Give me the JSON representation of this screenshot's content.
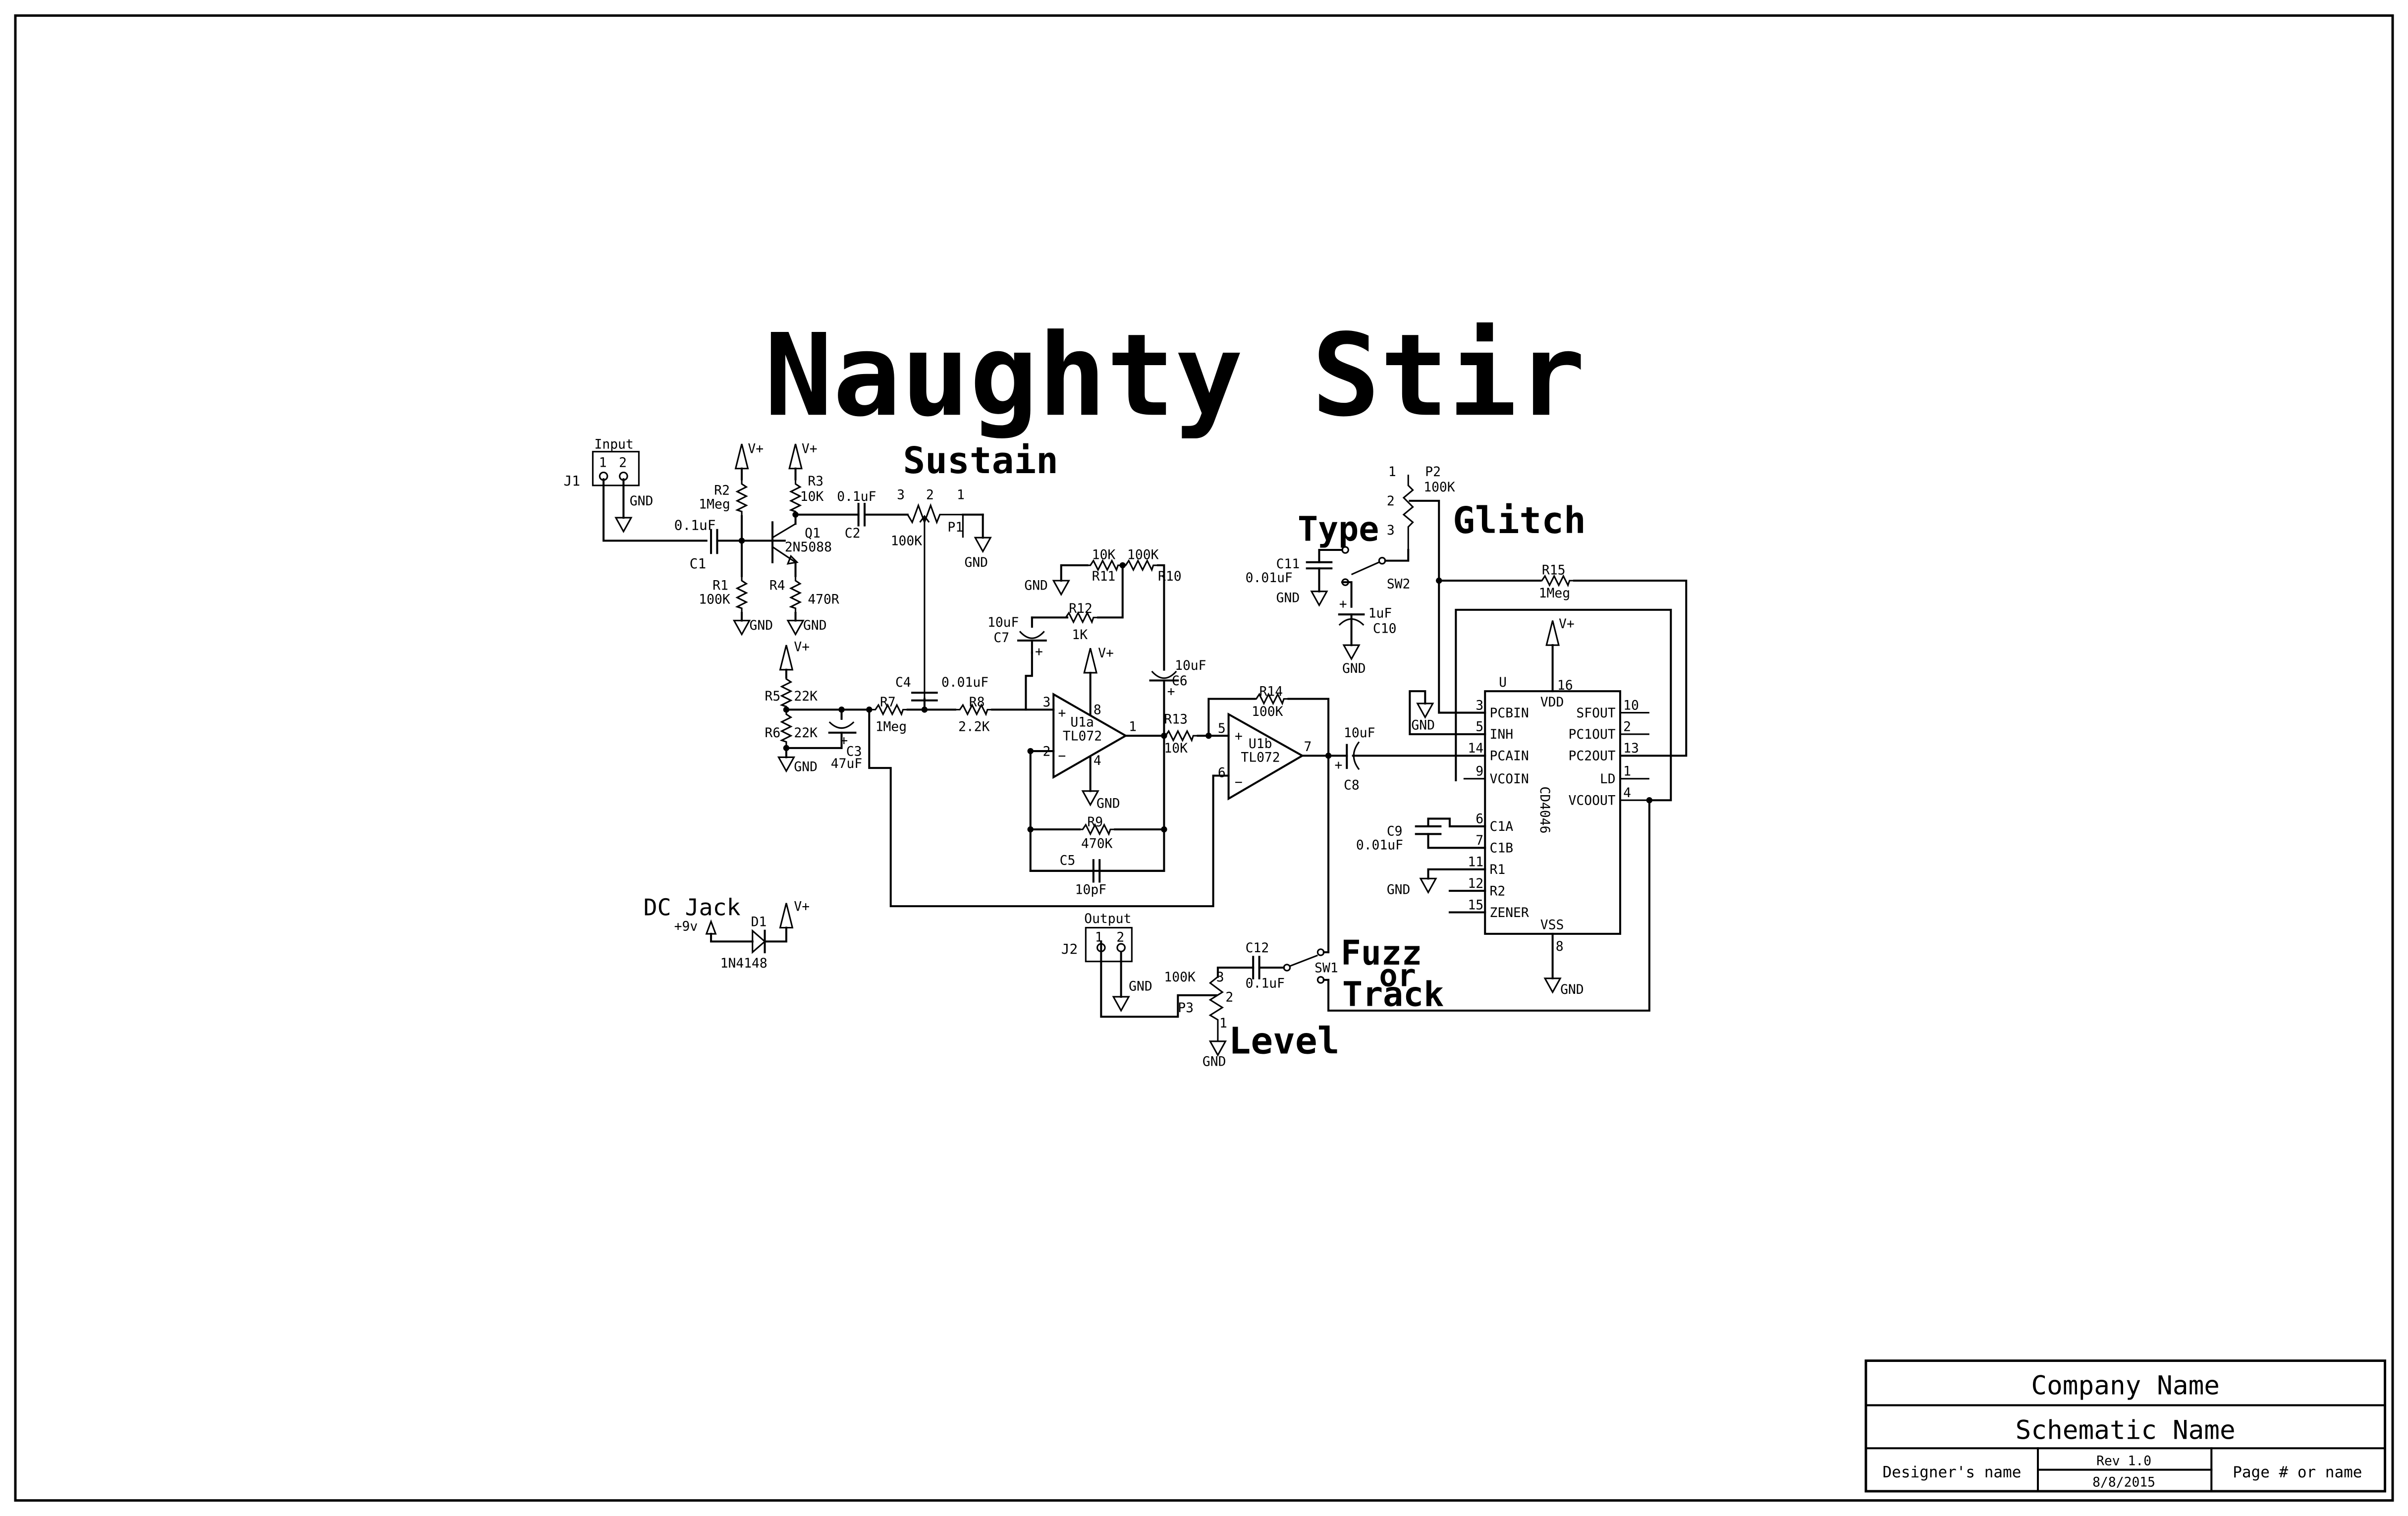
{
  "title": "Naughty Stir",
  "sections": {
    "sustain": "Sustain",
    "glitch": "Glitch",
    "type": "Type",
    "fuzz": "Fuzz",
    "or": "or",
    "track": "Track",
    "level": "Level",
    "dc_jack": "DC Jack"
  },
  "common": {
    "vplus": "V+",
    "gnd": "GND",
    "plus": "+",
    "minus": "−",
    "vsupply": "+9v"
  },
  "connectors": {
    "j1": {
      "ref": "J1",
      "name": "Input",
      "pin1": "1",
      "pin2": "2"
    },
    "j2": {
      "ref": "J2",
      "name": "Output",
      "pin1": "1",
      "pin2": "2"
    }
  },
  "resistors": {
    "r1": {
      "ref": "R1",
      "value": "100K"
    },
    "r2": {
      "ref": "R2",
      "value": "1Meg"
    },
    "r3": {
      "ref": "R3",
      "value": "10K"
    },
    "r4": {
      "ref": "R4",
      "value": "470R"
    },
    "r5": {
      "ref": "R5",
      "value": "22K"
    },
    "r6": {
      "ref": "R6",
      "value": "22K"
    },
    "r7": {
      "ref": "R7",
      "value": "1Meg"
    },
    "r8": {
      "ref": "R8",
      "value": "2.2K"
    },
    "r9": {
      "ref": "R9",
      "value": "470K"
    },
    "r10": {
      "ref": "R10",
      "value": "100K"
    },
    "r11": {
      "ref": "R11",
      "value": "10K"
    },
    "r12": {
      "ref": "R12",
      "value": "1K"
    },
    "r13": {
      "ref": "R13",
      "value": "10K"
    },
    "r14": {
      "ref": "R14",
      "value": "100K"
    },
    "r15": {
      "ref": "R15",
      "value": "1Meg"
    }
  },
  "capacitors": {
    "c1": {
      "ref": "C1",
      "value": "0.1uF"
    },
    "c2": {
      "ref": "C2",
      "value": "0.1uF"
    },
    "c3": {
      "ref": "C3",
      "value": "47uF"
    },
    "c4": {
      "ref": "C4",
      "value": "0.01uF"
    },
    "c5": {
      "ref": "C5",
      "value": "10pF"
    },
    "c6": {
      "ref": "C6",
      "value": "10uF"
    },
    "c7": {
      "ref": "C7",
      "value": "10uF"
    },
    "c8": {
      "ref": "C8",
      "value": "10uF"
    },
    "c9": {
      "ref": "C9",
      "value": "0.01uF"
    },
    "c10": {
      "ref": "C10",
      "value": "1uF"
    },
    "c11": {
      "ref": "C11",
      "value": "0.01uF"
    },
    "c12": {
      "ref": "C12",
      "value": "0.1uF"
    }
  },
  "pots": {
    "p1": {
      "ref": "P1",
      "value": "100K",
      "pin1": "1",
      "pin2": "2",
      "pin3": "3"
    },
    "p2": {
      "ref": "P2",
      "value": "100K",
      "pin1": "1",
      "pin2": "2",
      "pin3": "3"
    },
    "p3": {
      "ref": "P3",
      "value": "100K",
      "pin1": "1",
      "pin2": "2",
      "pin3": "3"
    }
  },
  "switches": {
    "sw1": "SW1",
    "sw2": "SW2"
  },
  "transistor": {
    "ref": "Q1",
    "part": "2N5088"
  },
  "diode": {
    "ref": "D1",
    "part": "1N4148"
  },
  "opamps": {
    "u1a": {
      "ref": "U1a",
      "part": "TL072",
      "pin_in_plus": "3",
      "pin_in_minus": "2",
      "pin_out": "1",
      "pin_vcc": "8",
      "pin_gnd": "4"
    },
    "u1b": {
      "ref": "U1b",
      "part": "TL072",
      "pin_in_plus": "5",
      "pin_in_minus": "6",
      "pin_out": "7"
    }
  },
  "pll": {
    "ref": "U",
    "part": "CD4046",
    "vdd": "VDD",
    "vss": "VSS",
    "vdd_pin": "16",
    "vss_pin": "8",
    "left_pins": [
      {
        "num": "3",
        "name": "PCBIN"
      },
      {
        "num": "5",
        "name": "INH"
      },
      {
        "num": "14",
        "name": "PCAIN"
      },
      {
        "num": "9",
        "name": "VCOIN"
      },
      {
        "num": "6",
        "name": "C1A"
      },
      {
        "num": "7",
        "name": "C1B"
      },
      {
        "num": "11",
        "name": "R1"
      },
      {
        "num": "12",
        "name": "R2"
      },
      {
        "num": "15",
        "name": "ZENER"
      }
    ],
    "right_pins": [
      {
        "num": "10",
        "name": "SFOUT"
      },
      {
        "num": "2",
        "name": "PC1OUT"
      },
      {
        "num": "13",
        "name": "PC2OUT"
      },
      {
        "num": "1",
        "name": "LD"
      },
      {
        "num": "4",
        "name": "VCOOUT"
      }
    ]
  },
  "title_block": {
    "company": "Company Name",
    "schematic": "Schematic Name",
    "designer": "Designer's name",
    "rev": "Rev 1.0",
    "date": "8/8/2015",
    "page": "Page # or name"
  }
}
